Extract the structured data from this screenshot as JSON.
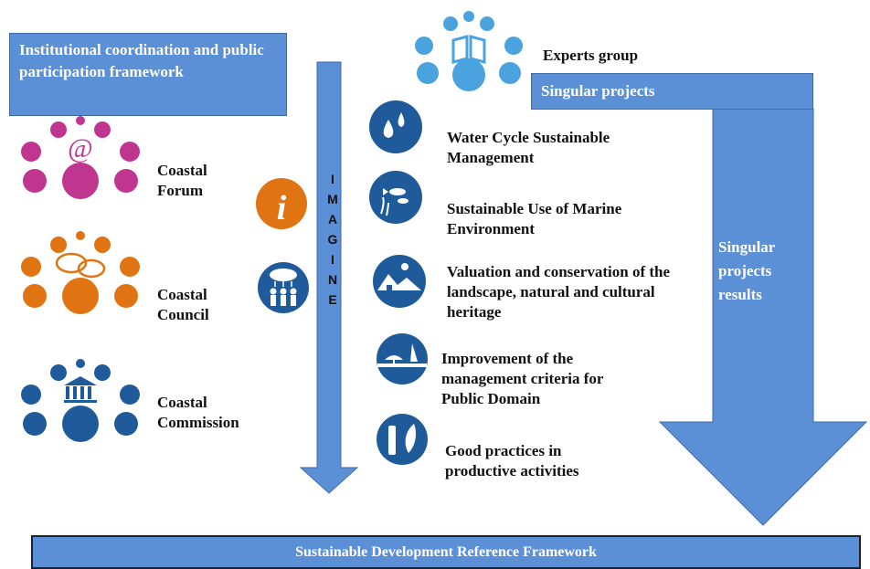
{
  "framework_box": {
    "text": "Institutional coordination and public participation framework"
  },
  "experts": {
    "label": "Experts group"
  },
  "singular_projects": {
    "label": "Singular projects"
  },
  "singular_results": {
    "label": "Singular projects results"
  },
  "imagine_letters": [
    "I",
    "M",
    "A",
    "G",
    "I",
    "N",
    "E"
  ],
  "bodies": [
    {
      "label": "Coastal Forum",
      "icon": "at-sign-network-icon",
      "color": "#c0358f"
    },
    {
      "label": "Coastal Council",
      "icon": "speech-bubbles-network-icon",
      "color": "#e07413"
    },
    {
      "label": "Coastal Commission",
      "icon": "institution-network-icon",
      "color": "#1f5b9a"
    }
  ],
  "side_icons": [
    {
      "name": "info-icon",
      "color": "#e07413"
    },
    {
      "name": "rain-people-icon",
      "color": "#1f5b9a"
    }
  ],
  "themes": [
    {
      "label": "Water Cycle Sustainable Management",
      "icon": "water-drops-icon"
    },
    {
      "label": "Sustainable Use of Marine Environment",
      "icon": "fish-icon"
    },
    {
      "label": "Valuation and conservation of the landscape, natural and cultural heritage",
      "icon": "landscape-icon"
    },
    {
      "label": "Improvement of the management criteria for Public Domain",
      "icon": "beach-umbrella-icon"
    },
    {
      "label": "Good practices in productive activities",
      "icon": "leaf-tool-icon"
    }
  ],
  "bottom_bar": {
    "text": "Sustainable Development Reference Framework"
  },
  "colors": {
    "arrow_blue": "#5b8fd6",
    "icon_dark_blue": "#1f5b9a",
    "light_blue": "#4aa3df"
  }
}
